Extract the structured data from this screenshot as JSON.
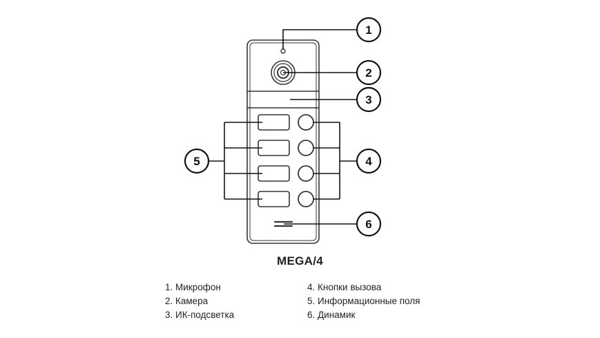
{
  "title": "MEGA/4",
  "callouts": {
    "c1": "1",
    "c2": "2",
    "c3": "3",
    "c4": "4",
    "c5": "5",
    "c6": "6"
  },
  "legend": {
    "left": [
      "1. Микрофон",
      "2. Камера",
      "3. ИК-подсветка"
    ],
    "right": [
      "4. Кнопки вызова",
      "5. Информационные поля",
      "6. Динамик"
    ]
  }
}
